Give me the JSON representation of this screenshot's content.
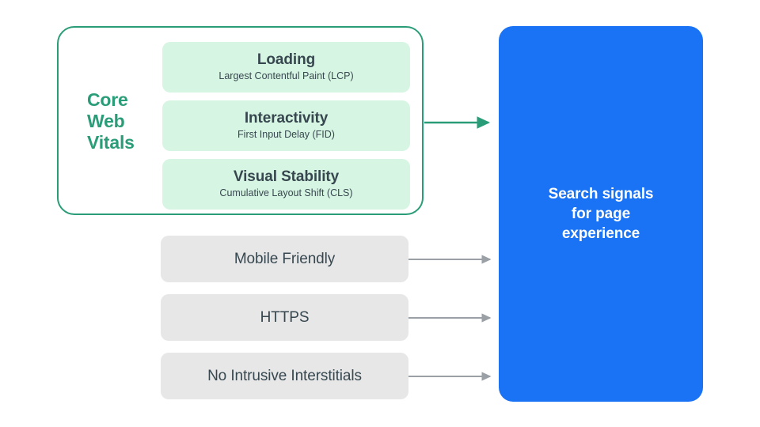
{
  "diagram": {
    "title": "Search signals for page experience",
    "colors": {
      "accent_green": "#2a9d78",
      "vital_card_fill": "#d7f5e3",
      "gray_card_fill": "#e7e7e8",
      "blue_fill": "#1a73f5",
      "text_dark": "#37474f",
      "arrow_gray": "#9aa0a6",
      "background": "#ffffff"
    },
    "core_web_vitals": {
      "group_label": "Core\nWeb\nVitals",
      "group_label_line1": "Core",
      "group_label_line2": "Web",
      "group_label_line3": "Vitals",
      "items": [
        {
          "title": "Loading",
          "subtitle": "Largest Contentful Paint (LCP)"
        },
        {
          "title": "Interactivity",
          "subtitle": "First Input Delay (FID)"
        },
        {
          "title": "Visual Stability",
          "subtitle": "Cumulative Layout Shift (CLS)"
        }
      ]
    },
    "other_signals": [
      {
        "label": "Mobile Friendly"
      },
      {
        "label": "HTTPS"
      },
      {
        "label": "No Intrusive Interstitials"
      }
    ],
    "destination": {
      "label": "Search signals\nfor page\nexperience",
      "line1": "Search signals",
      "line2": "for page",
      "line3": "experience"
    },
    "arrows": [
      {
        "name": "core-web-vitals-arrow",
        "color": "#2a9d78"
      },
      {
        "name": "mobile-friendly-arrow",
        "color": "#9aa0a6"
      },
      {
        "name": "https-arrow",
        "color": "#9aa0a6"
      },
      {
        "name": "no-intrusive-interstitials-arrow",
        "color": "#9aa0a6"
      }
    ]
  }
}
